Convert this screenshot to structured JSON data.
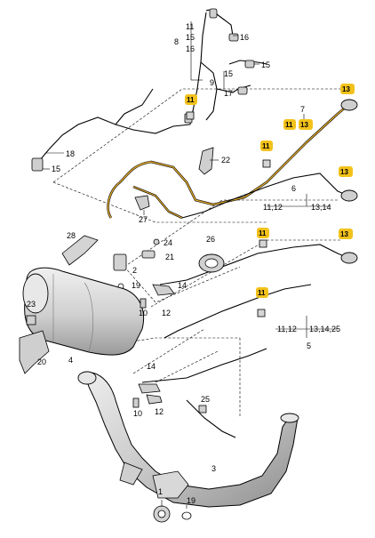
{
  "diagram": {
    "label_1": "1",
    "label_2": "2",
    "label_3": "3",
    "label_4": "4",
    "label_5": "5",
    "label_6": "6",
    "label_7": "7",
    "label_8": "8",
    "label_9": "9",
    "label_10": "10",
    "label_11": "11",
    "label_12": "12",
    "label_13": "13",
    "label_14": "14",
    "label_15": "15",
    "label_16": "16",
    "label_17": "17",
    "label_18": "18",
    "label_19": "19",
    "label_20": "20",
    "label_21": "21",
    "label_22": "22",
    "label_23": "23",
    "label_24": "24",
    "label_25": "25",
    "label_26": "26",
    "label_27": "27",
    "label_28": "28",
    "group_11_12": "11,12",
    "group_13_14": "13,14",
    "group_13_14_25": "13,14,25",
    "colors": {
      "line": "#000000",
      "highlight_badge": "#f2c21b",
      "harness_highlight": "#e0a92a",
      "part_fill": "#dcdcdc",
      "part_shade": "#a9a9a9"
    }
  }
}
